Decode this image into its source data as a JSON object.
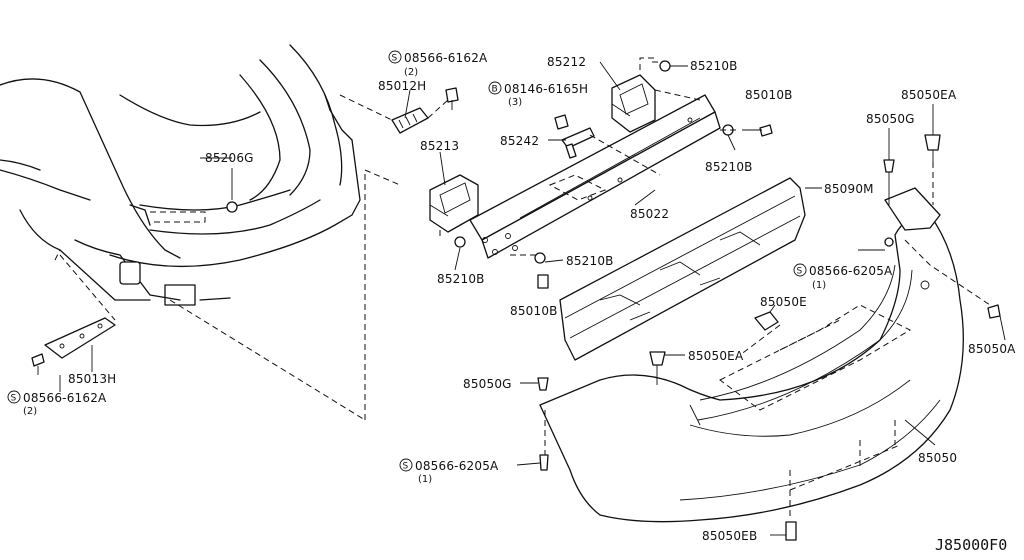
{
  "diagram": {
    "reference_code": "J85000F0",
    "labels": {
      "p85012H": "85012H",
      "p85013H": "85013H",
      "p85206G": "85206G",
      "p85213": "85213",
      "p85212": "85212",
      "p85242": "85242",
      "p85210B_top": "85210B",
      "p85210B_right": "85210B",
      "p85210B_left": "85210B",
      "p85210B_mid": "85210B",
      "p85010B_top": "85010B",
      "p85010B_bottom": "85010B",
      "p85022": "85022",
      "p85090M": "85090M",
      "p85050EA_top": "85050EA",
      "p85050EA_mid": "85050EA",
      "p85050G_top": "85050G",
      "p85050G_mid": "85050G",
      "p85050E": "85050E",
      "p85050A": "85050A",
      "p85050": "85050",
      "p85050EB": "85050EB",
      "s08566_6162A_top": "08566-6162A",
      "s08566_6162A_bottom": "08566-6162A",
      "s08566_6205A_right": "08566-6205A",
      "s08566_6205A_bottom": "08566-6205A",
      "b08146_6165H": "08146-6165H"
    },
    "quantities": {
      "q_top_6162A": "(2)",
      "q_bottom_6162A": "(2)",
      "q_6165H": "(3)",
      "q_right_6205A": "(1)",
      "q_bottom_6205A": "(1)"
    },
    "symbols": {
      "screw_symbol": "S",
      "bolt_symbol": "B"
    }
  }
}
